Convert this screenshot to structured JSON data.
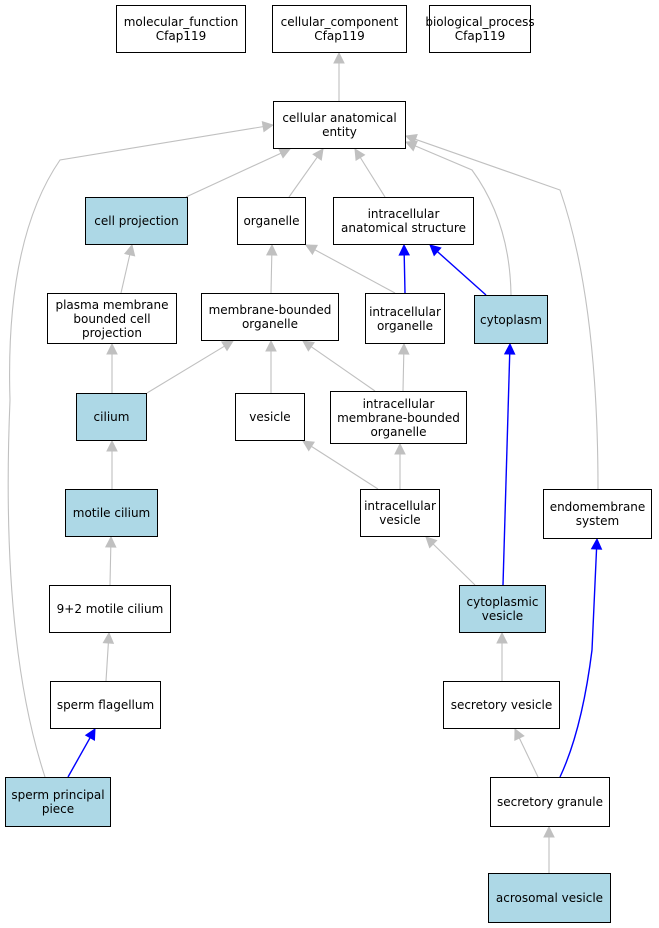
{
  "colors": {
    "highlight_fill": "#add8e6",
    "plain_fill": "#ffffff",
    "gray_edge": "#c0c0c0",
    "blue_edge": "#0000ff"
  },
  "nodes": [
    {
      "id": "molecular_function",
      "label": "molecular_function\nCfap119",
      "highlight": false
    },
    {
      "id": "cellular_component",
      "label": "cellular_component\nCfap119",
      "highlight": false
    },
    {
      "id": "biological_process",
      "label": "biological_process\nCfap119",
      "highlight": false
    },
    {
      "id": "cellular_anatomical_entity",
      "label": "cellular anatomical\nentity",
      "highlight": false
    },
    {
      "id": "cell_projection",
      "label": "cell projection",
      "highlight": true
    },
    {
      "id": "organelle",
      "label": "organelle",
      "highlight": false
    },
    {
      "id": "intracellular_anatomical_structure",
      "label": "intracellular\nanatomical structure",
      "highlight": false
    },
    {
      "id": "plasma_membrane_bounded_cell_projection",
      "label": "plasma membrane\nbounded cell\nprojection",
      "highlight": false
    },
    {
      "id": "membrane_bounded_organelle",
      "label": "membrane-bounded\norganelle",
      "highlight": false
    },
    {
      "id": "intracellular_organelle",
      "label": "intracellular\norganelle",
      "highlight": false
    },
    {
      "id": "cytoplasm",
      "label": "cytoplasm",
      "highlight": true
    },
    {
      "id": "cilium",
      "label": "cilium",
      "highlight": true
    },
    {
      "id": "vesicle",
      "label": "vesicle",
      "highlight": false
    },
    {
      "id": "intracellular_membrane_bounded_organelle",
      "label": "intracellular\nmembrane-bounded\norganelle",
      "highlight": false
    },
    {
      "id": "motile_cilium",
      "label": "motile cilium",
      "highlight": true
    },
    {
      "id": "intracellular_vesicle",
      "label": "intracellular\nvesicle",
      "highlight": false
    },
    {
      "id": "endomembrane_system",
      "label": "endomembrane\nsystem",
      "highlight": false
    },
    {
      "id": "9_2_motile_cilium",
      "label": "9+2 motile cilium",
      "highlight": false
    },
    {
      "id": "cytoplasmic_vesicle",
      "label": "cytoplasmic\nvesicle",
      "highlight": true
    },
    {
      "id": "sperm_flagellum",
      "label": "sperm flagellum",
      "highlight": false
    },
    {
      "id": "secretory_vesicle",
      "label": "secretory vesicle",
      "highlight": false
    },
    {
      "id": "sperm_principal_piece",
      "label": "sperm principal\npiece",
      "highlight": true
    },
    {
      "id": "secretory_granule",
      "label": "secretory granule",
      "highlight": false
    },
    {
      "id": "acrosomal_vesicle",
      "label": "acrosomal vesicle",
      "highlight": true
    }
  ],
  "edges": [
    {
      "from": "cellular_anatomical_entity",
      "to": "cellular_component",
      "color": "gray"
    },
    {
      "from": "cell_projection",
      "to": "cellular_anatomical_entity",
      "color": "gray"
    },
    {
      "from": "organelle",
      "to": "cellular_anatomical_entity",
      "color": "gray"
    },
    {
      "from": "intracellular_anatomical_structure",
      "to": "cellular_anatomical_entity",
      "color": "gray"
    },
    {
      "from": "cytoplasm",
      "to": "cellular_anatomical_entity",
      "color": "gray"
    },
    {
      "from": "endomembrane_system",
      "to": "cellular_anatomical_entity",
      "color": "gray"
    },
    {
      "from": "sperm_principal_piece",
      "to": "cellular_anatomical_entity",
      "color": "gray"
    },
    {
      "from": "plasma_membrane_bounded_cell_projection",
      "to": "cell_projection",
      "color": "gray"
    },
    {
      "from": "membrane_bounded_organelle",
      "to": "organelle",
      "color": "gray"
    },
    {
      "from": "intracellular_organelle",
      "to": "organelle",
      "color": "gray"
    },
    {
      "from": "intracellular_organelle",
      "to": "intracellular_anatomical_structure",
      "color": "blue"
    },
    {
      "from": "cytoplasm",
      "to": "intracellular_anatomical_structure",
      "color": "blue"
    },
    {
      "from": "cilium",
      "to": "plasma_membrane_bounded_cell_projection",
      "color": "gray"
    },
    {
      "from": "cilium",
      "to": "membrane_bounded_organelle",
      "color": "gray"
    },
    {
      "from": "vesicle",
      "to": "membrane_bounded_organelle",
      "color": "gray"
    },
    {
      "from": "intracellular_membrane_bounded_organelle",
      "to": "membrane_bounded_organelle",
      "color": "gray"
    },
    {
      "from": "intracellular_membrane_bounded_organelle",
      "to": "intracellular_organelle",
      "color": "gray"
    },
    {
      "from": "motile_cilium",
      "to": "cilium",
      "color": "gray"
    },
    {
      "from": "intracellular_vesicle",
      "to": "vesicle",
      "color": "gray"
    },
    {
      "from": "intracellular_vesicle",
      "to": "intracellular_membrane_bounded_organelle",
      "color": "gray"
    },
    {
      "from": "9_2_motile_cilium",
      "to": "motile_cilium",
      "color": "gray"
    },
    {
      "from": "cytoplasmic_vesicle",
      "to": "intracellular_vesicle",
      "color": "gray"
    },
    {
      "from": "cytoplasmic_vesicle",
      "to": "cytoplasm",
      "color": "blue"
    },
    {
      "from": "sperm_flagellum",
      "to": "9_2_motile_cilium",
      "color": "gray"
    },
    {
      "from": "secretory_vesicle",
      "to": "cytoplasmic_vesicle",
      "color": "gray"
    },
    {
      "from": "sperm_principal_piece",
      "to": "sperm_flagellum",
      "color": "blue"
    },
    {
      "from": "secretory_granule",
      "to": "secretory_vesicle",
      "color": "gray"
    },
    {
      "from": "secretory_granule",
      "to": "endomembrane_system",
      "color": "blue"
    },
    {
      "from": "acrosomal_vesicle",
      "to": "secretory_granule",
      "color": "gray"
    }
  ]
}
